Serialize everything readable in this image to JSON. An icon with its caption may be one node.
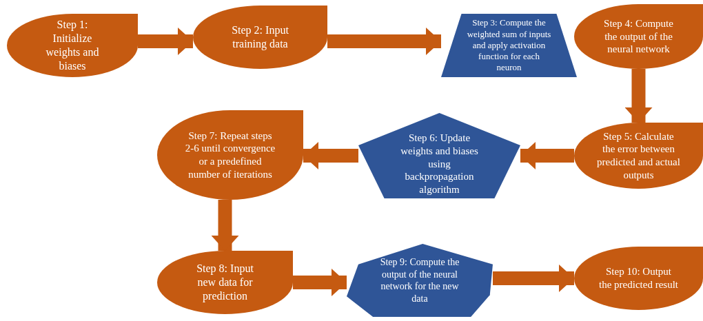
{
  "diagram": {
    "nodes": [
      {
        "text": [
          "Step 1: Initialize weights and biases"
        ]
      },
      {
        "text": [
          "Step 2: Input training data"
        ]
      },
      {
        "text": [
          "Step 3: Compute the weighted sum of inputs and apply activation function for each neuron"
        ]
      },
      {
        "text": [
          "Step 4: Compute the output of the neural network"
        ]
      },
      {
        "text": [
          "Step 5: Calculate the error between predicted and actual outputs"
        ]
      },
      {
        "text": [
          "Step 6: Update weights and biases using backpropagation algorithm"
        ]
      },
      {
        "text": [
          "Step 7: Repeat steps 2-6 until convergence or a predefined number of iterations"
        ]
      },
      {
        "text": [
          "Step 8: Input new data for prediction"
        ]
      },
      {
        "text": [
          "Step 9: Compute the output of the neural network for the new data"
        ]
      },
      {
        "text": [
          "Step 10: Output the predicted result"
        ]
      }
    ],
    "edges": [
      {
        "from": 0,
        "to": 1,
        "arrow": "to"
      },
      {
        "from": 1,
        "to": 2,
        "arrow": "to"
      },
      {
        "from": 3,
        "to": 4,
        "arrow": "to"
      },
      {
        "from": 4,
        "to": 5,
        "arrow": "to"
      },
      {
        "from": 5,
        "to": 6,
        "arrow": "to"
      },
      {
        "from": 6,
        "to": 7,
        "arrow": "to"
      },
      {
        "from": 7,
        "to": 8,
        "arrow": "to"
      },
      {
        "from": 8,
        "to": 9,
        "arrow": "to"
      }
    ]
  }
}
